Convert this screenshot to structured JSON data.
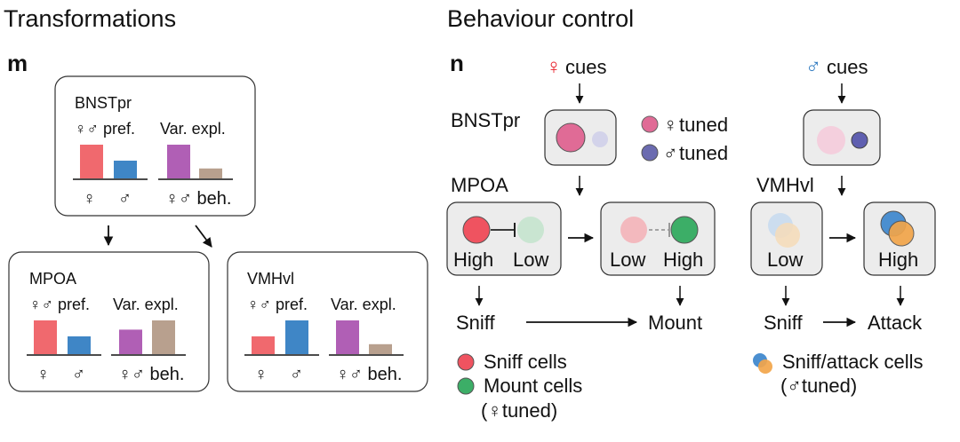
{
  "left": {
    "title": "Transformations",
    "panel_letter": "m",
    "boxes": [
      {
        "region": "BNSTpr",
        "pref_label": "♀♂ pref.",
        "var_label": "Var. expl.",
        "pref_ticks": [
          "♀",
          "♂"
        ],
        "var_ticks": "♀♂ beh.",
        "bars": {
          "female": 0.95,
          "male": 0.5,
          "sex": 0.95,
          "behaviour": 0.28
        }
      },
      {
        "region": "MPOA",
        "pref_label": "♀♂ pref.",
        "var_label": "Var. expl.",
        "pref_ticks": [
          "♀",
          "♂"
        ],
        "var_ticks": "♀♂ beh.",
        "bars": {
          "female": 0.95,
          "male": 0.5,
          "sex": 0.69,
          "behaviour": 0.95
        }
      },
      {
        "region": "VMHvl",
        "pref_label": "♀♂ pref.",
        "var_label": "Var. expl.",
        "pref_ticks": [
          "♀",
          "♂"
        ],
        "var_ticks": "♀♂ beh.",
        "bars": {
          "female": 0.5,
          "male": 0.95,
          "sex": 0.95,
          "behaviour": 0.28
        }
      }
    ]
  },
  "right": {
    "title": "Behaviour control",
    "panel_letter": "n",
    "female_cues_symbol": "♀",
    "male_cues_symbol": "♂",
    "cues_word": "cues",
    "bnst_label": "BNSTpr",
    "legend_top": [
      {
        "symbol": "♀",
        "text": "tuned",
        "color": "#e06b96"
      },
      {
        "symbol": "♂",
        "text": "tuned",
        "color": "#6b6bb0"
      }
    ],
    "mpoa_label": "MPOA",
    "vmh_label": "VMHvl",
    "mpoa_state1": {
      "left": "High",
      "right": "Low"
    },
    "mpoa_state2": {
      "left": "Low",
      "right": "High"
    },
    "vmh_state1": "Low",
    "vmh_state2": "High",
    "behaviours": {
      "sniff_left": "Sniff",
      "mount": "Mount",
      "sniff_right": "Sniff",
      "attack": "Attack"
    },
    "legend_bottom_left": {
      "sniff_cells": "Sniff cells",
      "mount_cells": "Mount cells",
      "tuned_prefix": "(",
      "tuned_symbol": "♀",
      "tuned_suffix": "tuned)"
    },
    "legend_bottom_right": {
      "cells": "Sniff/attack cells",
      "tuned_prefix": "(",
      "tuned_symbol": "♂",
      "tuned_suffix": "tuned)"
    }
  },
  "colors": {
    "female": "#f0696e",
    "male": "#3f86c6",
    "sex": "#b05fb5",
    "behaviour": "#b8a08e",
    "female_symbol": "#e8202a",
    "male_symbol": "#2f7ac0",
    "sniff": "#ef5360",
    "mount": "#3cae67",
    "pink": "#e06b96",
    "violet": "#6b6bb0",
    "attack_orange": "#f2a54a",
    "attack_blue": "#4b8fd0"
  }
}
